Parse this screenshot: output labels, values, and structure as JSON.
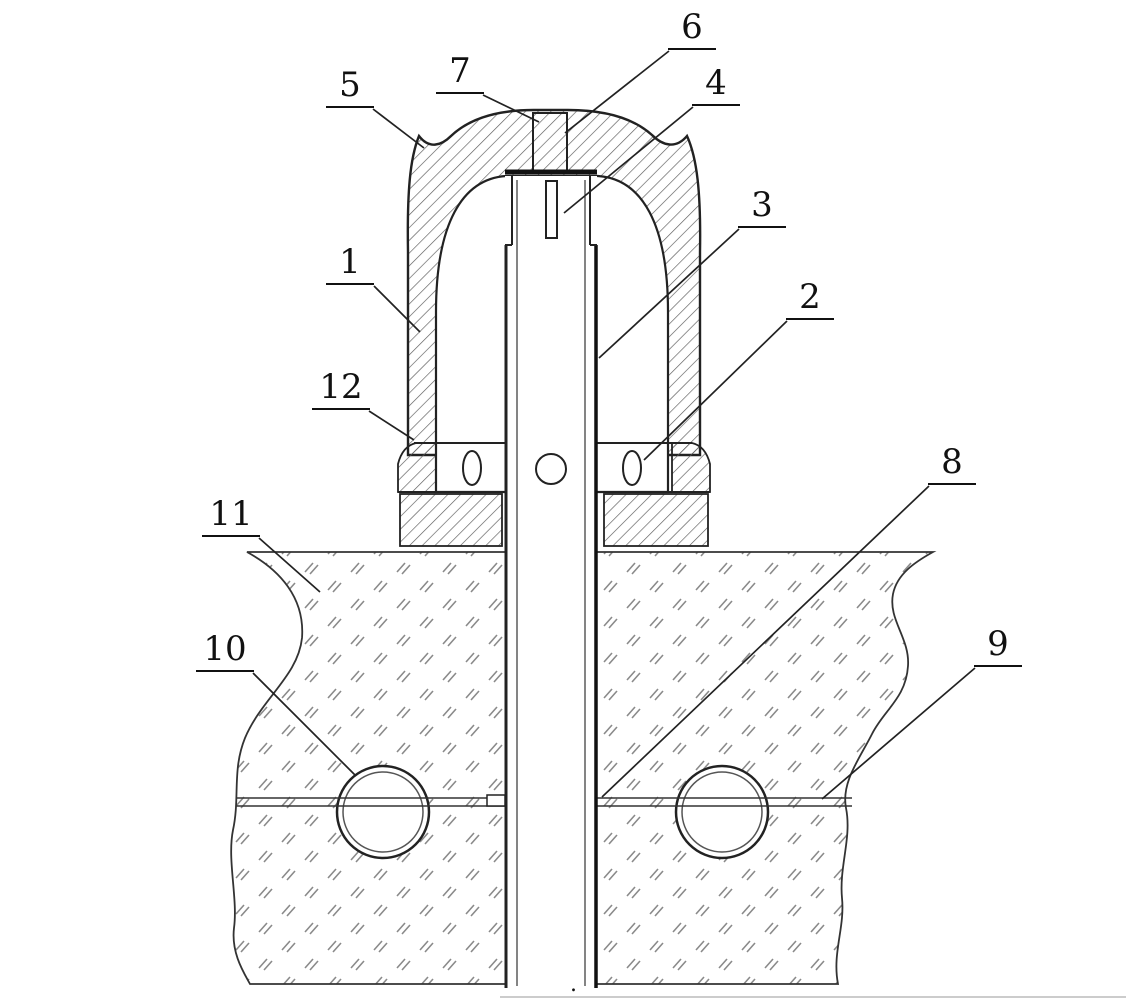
{
  "diagram": {
    "kind": "patent-style technical cross-section drawing",
    "colors": {
      "line": "#222222",
      "hatch": "#5a5a5a",
      "ground_mark": "#8a8a8a",
      "background": "#ffffff"
    },
    "callouts": [
      {
        "label": "1"
      },
      {
        "label": "2"
      },
      {
        "label": "3"
      },
      {
        "label": "4"
      },
      {
        "label": "5"
      },
      {
        "label": "6"
      },
      {
        "label": "7"
      },
      {
        "label": "8"
      },
      {
        "label": "9"
      },
      {
        "label": "10"
      },
      {
        "label": "11"
      },
      {
        "label": "12"
      }
    ],
    "caption_mark": "."
  }
}
